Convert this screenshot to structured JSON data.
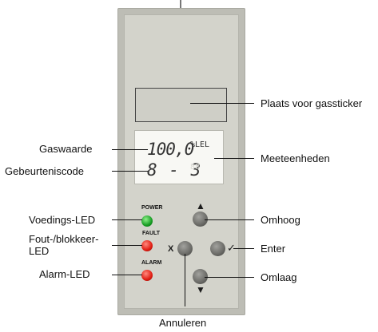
{
  "display": {
    "gas_value": "100,0",
    "unit": "%LEL",
    "event_code": "8 - 3",
    "ghost_segments": "88"
  },
  "leds": {
    "power_label": "POWER",
    "fault_label": "FAULT",
    "alarm_label": "ALARM"
  },
  "buttons": {
    "cancel_symbol": "X",
    "enter_symbol": "✓",
    "up_symbol": "▲",
    "down_symbol": "▼"
  },
  "callouts": {
    "gas_sticker": "Plaats voor gassticker",
    "gas_value": "Gaswaarde",
    "event_code": "Gebeurteniscode",
    "units": "Meeteenheden",
    "power_led": "Voedings-LED",
    "fault_led_line1": "Fout-/blokkeer-",
    "fault_led_line2": "LED",
    "alarm_led": "Alarm-LED",
    "up": "Omhoog",
    "enter": "Enter",
    "down": "Omlaag",
    "cancel": "Annuleren"
  },
  "colors": {
    "panel": "#bdbdb5",
    "power_led": "#179c23",
    "fault_led": "#e01d12",
    "alarm_led": "#e01d12",
    "button": "#6a6a66"
  }
}
